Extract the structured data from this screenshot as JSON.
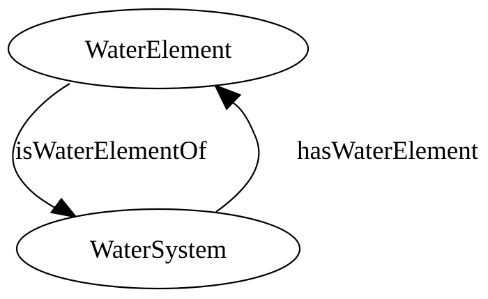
{
  "graph": {
    "nodes": {
      "water_element": {
        "label": "WaterElement"
      },
      "water_system": {
        "label": "WaterSystem"
      }
    },
    "edges": {
      "is_water_element_of": {
        "label": "isWaterElementOf",
        "from": "WaterElement",
        "to": "WaterSystem"
      },
      "has_water_element": {
        "label": "hasWaterElement",
        "from": "WaterSystem",
        "to": "WaterElement"
      }
    },
    "colors": {
      "stroke": "#000000",
      "fill": "#ffffff",
      "text": "#000000"
    }
  }
}
